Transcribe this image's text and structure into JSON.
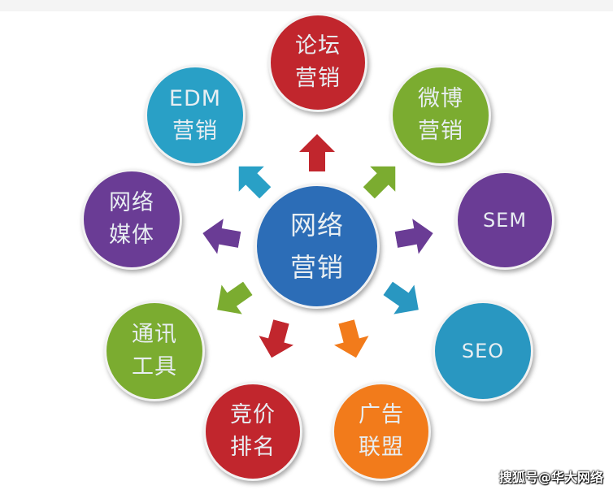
{
  "center": {
    "line1": "网络",
    "line2": "营销",
    "color": "#2c6db7"
  },
  "nodes": [
    {
      "id": "forum",
      "line1": "论坛",
      "line2": "营销",
      "color": "#c1262d"
    },
    {
      "id": "edm",
      "line1": "EDM",
      "line2": "营销",
      "color": "#29a0c6"
    },
    {
      "id": "weibo",
      "line1": "微博",
      "line2": "营销",
      "color": "#7bac30"
    },
    {
      "id": "media",
      "line1": "网络",
      "line2": "媒体",
      "color": "#6a3c95"
    },
    {
      "id": "sem",
      "line1": "SEM",
      "line2": "",
      "color": "#6a3c95"
    },
    {
      "id": "im",
      "line1": "通讯",
      "line2": "工具",
      "color": "#7bac30"
    },
    {
      "id": "seo",
      "line1": "SEO",
      "line2": "",
      "color": "#2997c1"
    },
    {
      "id": "bidding",
      "line1": "竞价",
      "line2": "排名",
      "color": "#c1262d"
    },
    {
      "id": "ads",
      "line1": "广告",
      "line2": "联盟",
      "color": "#f27b1b"
    }
  ],
  "watermark": "搜狐号@华大网络"
}
